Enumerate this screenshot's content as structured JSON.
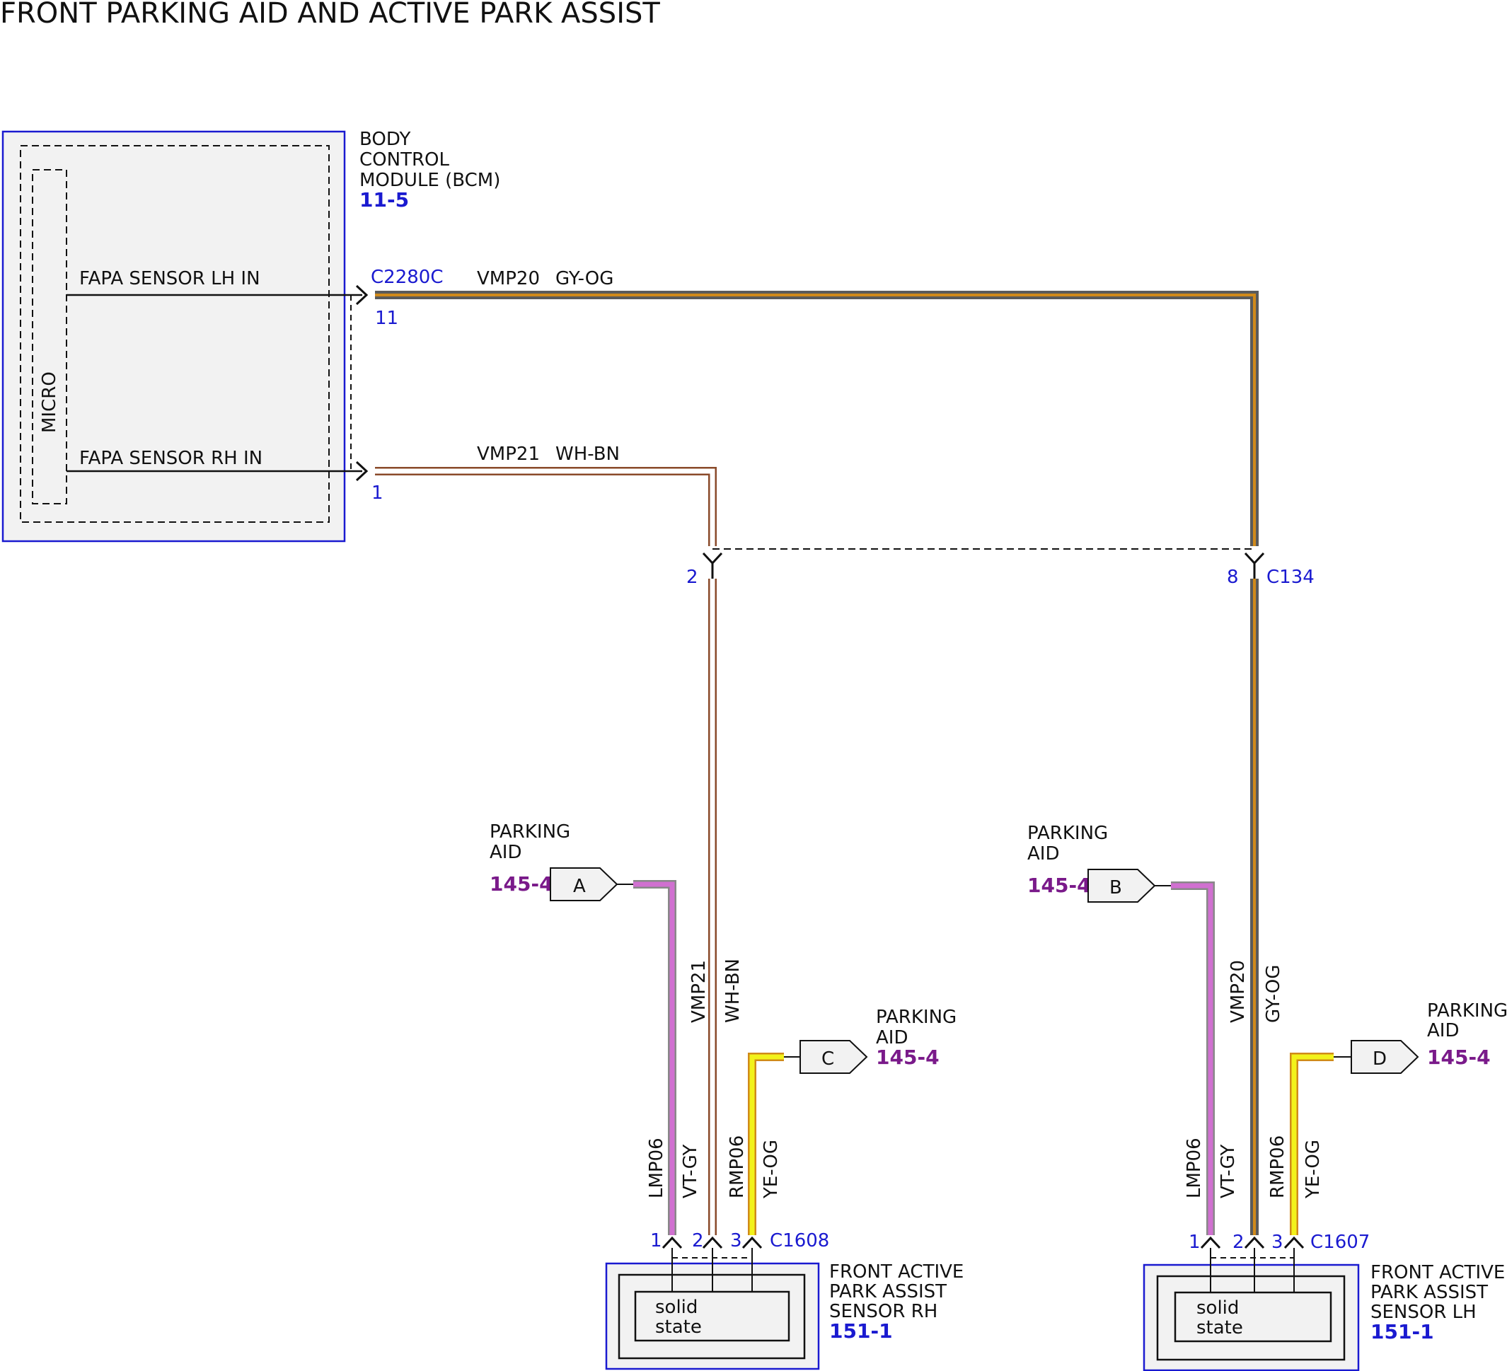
{
  "title": "FRONT PARKING AID AND ACTIVE PARK ASSIST",
  "colors": {
    "module_border": "#1a1ad0",
    "connector_blue": "#1a1ad0",
    "ref_purple": "#7a1a8a",
    "wire_gy_og": [
      "#5a5a5a",
      "#d08a1a"
    ],
    "wire_wh_bn": [
      "#ffffff",
      "#8a4a2a"
    ],
    "wire_vt_gy": [
      "#d070d0",
      "#888888"
    ],
    "wire_ye_og": [
      "#f2f21a",
      "#d08a1a"
    ]
  },
  "bcm": {
    "name_line1": "BODY",
    "name_line2": "CONTROL",
    "name_line3": "MODULE (BCM)",
    "ref": "11-5",
    "micro_label": "MICRO",
    "input_lh": "FAPA SENSOR LH IN",
    "input_rh": "FAPA SENSOR RH IN",
    "connector": "C2280C",
    "pin_lh": "11",
    "pin_rh": "1"
  },
  "wires": {
    "vmp20": {
      "circuit": "VMP20",
      "color": "GY-OG"
    },
    "vmp21": {
      "circuit": "VMP21",
      "color": "WH-BN"
    },
    "lmp06": {
      "circuit": "LMP06",
      "color": "VT-GY"
    },
    "rmp06": {
      "circuit": "RMP06",
      "color": "YE-OG"
    }
  },
  "inline_connector": {
    "name": "C134",
    "pin_vmp21": "2",
    "pin_vmp20": "8"
  },
  "parking_aid_refs": [
    {
      "line1": "PARKING",
      "line2": "AID",
      "ref": "145-4",
      "letter": "A"
    },
    {
      "line1": "PARKING",
      "line2": "AID",
      "ref": "145-4",
      "letter": "B"
    },
    {
      "line1": "PARKING",
      "line2": "AID",
      "ref": "145-4",
      "letter": "C"
    },
    {
      "line1": "PARKING",
      "line2": "AID",
      "ref": "145-4",
      "letter": "D"
    }
  ],
  "sensors": [
    {
      "name_line1": "FRONT ACTIVE",
      "name_line2": "PARK ASSIST",
      "name_line3": "SENSOR RH",
      "ref": "151-1",
      "connector": "C1608",
      "pin1": "1",
      "pin2": "2",
      "pin3": "3",
      "inner_line1": "solid",
      "inner_line2": "state"
    },
    {
      "name_line1": "FRONT ACTIVE",
      "name_line2": "PARK ASSIST",
      "name_line3": "SENSOR LH",
      "ref": "151-1",
      "connector": "C1607",
      "pin1": "1",
      "pin2": "2",
      "pin3": "3",
      "inner_line1": "solid",
      "inner_line2": "state"
    }
  ]
}
